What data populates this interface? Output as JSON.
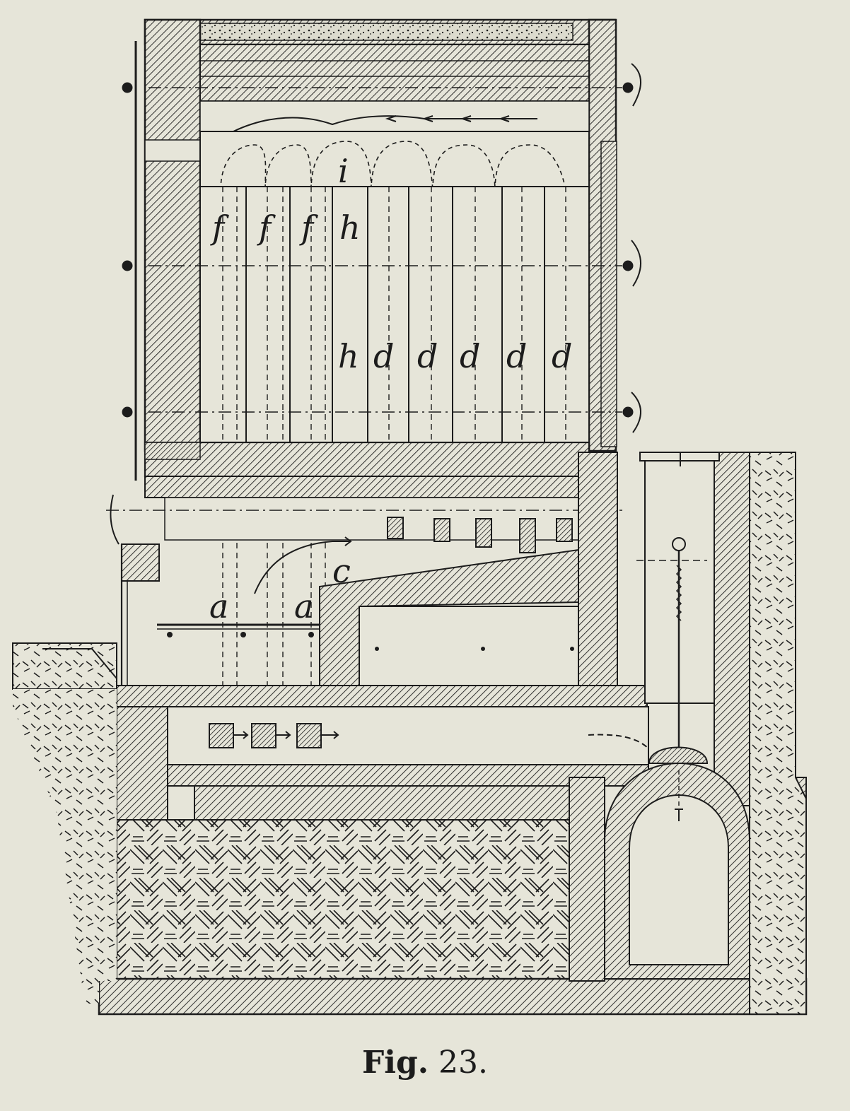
{
  "labels": {
    "i": "i",
    "f1": "f",
    "f2": "f",
    "f3": "f",
    "h_upper": "h",
    "h_lower": "h",
    "d1": "d",
    "d2": "d",
    "d3": "d",
    "d4": "d",
    "d5": "d",
    "a1": "a",
    "a2": "a",
    "c": "c"
  },
  "caption": {
    "fig_word": "Fig.",
    "number": "23."
  },
  "colors": {
    "paper": "#e6e5d9",
    "ink": "#1c1c1c"
  }
}
